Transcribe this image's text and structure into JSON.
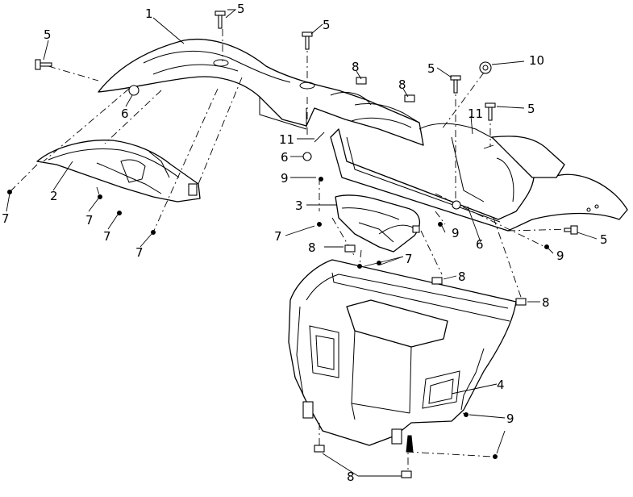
{
  "callouts": {
    "c1": "1",
    "c2": "2",
    "c3": "3",
    "c4": "4",
    "c5a": "5",
    "c5b": "5",
    "c5c": "5",
    "c5d": "5",
    "c5e": "5",
    "c5f": "5",
    "c6a": "6",
    "c6b": "6",
    "c6c": "6",
    "c7a": "7",
    "c7b": "7",
    "c7c": "7",
    "c7d": "7",
    "c7e": "7",
    "c7f": "7",
    "c8a": "8",
    "c8b": "8",
    "c8c": "8",
    "c8d": "8",
    "c8e": "8",
    "c8f": "8",
    "c9a": "9",
    "c9b": "9",
    "c9c": "9",
    "c9d": "9",
    "c10": "10",
    "c11a": "11",
    "c11b": "11"
  }
}
